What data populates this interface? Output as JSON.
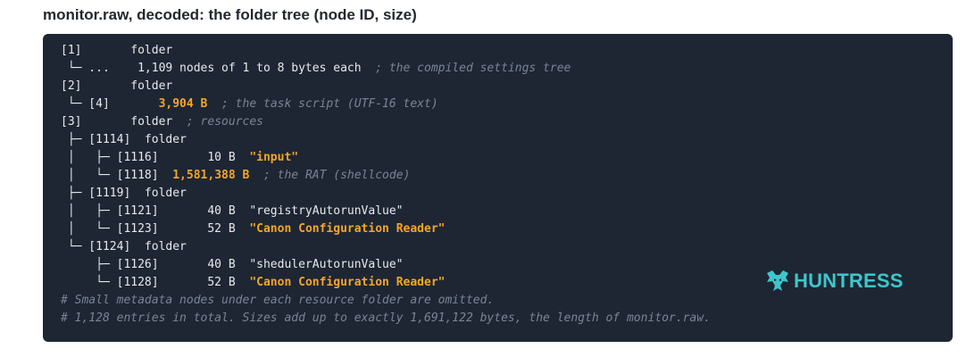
{
  "title": "monitor.raw, decoded: the folder tree (node ID, size)",
  "code_lines": [
    {
      "segments": [
        {
          "t": "[1]       folder",
          "c": ""
        }
      ]
    },
    {
      "segments": [
        {
          "t": " └─ ...    1,109 nodes of 1 to 8 bytes each  ",
          "c": ""
        },
        {
          "t": "; the compiled settings tree",
          "c": "cm"
        }
      ]
    },
    {
      "segments": [
        {
          "t": "[2]       folder",
          "c": ""
        }
      ]
    },
    {
      "segments": [
        {
          "t": " └─ [4]       ",
          "c": ""
        },
        {
          "t": "3,904 B",
          "c": "hl"
        },
        {
          "t": "  ",
          "c": ""
        },
        {
          "t": "; the task script (UTF-16 text)",
          "c": "cm"
        }
      ]
    },
    {
      "segments": [
        {
          "t": "[3]       folder  ",
          "c": ""
        },
        {
          "t": "; resources",
          "c": "cm"
        }
      ]
    },
    {
      "segments": [
        {
          "t": " ├─ [1114]  folder",
          "c": ""
        }
      ]
    },
    {
      "segments": [
        {
          "t": " │   ├─ [1116]       10 B  ",
          "c": ""
        },
        {
          "t": "\"input\"",
          "c": "hl"
        }
      ]
    },
    {
      "segments": [
        {
          "t": " │   └─ [1118]  ",
          "c": ""
        },
        {
          "t": "1,581,388 B",
          "c": "hl"
        },
        {
          "t": "  ",
          "c": ""
        },
        {
          "t": "; the RAT (shellcode)",
          "c": "cm"
        }
      ]
    },
    {
      "segments": [
        {
          "t": " ├─ [1119]  folder",
          "c": ""
        }
      ]
    },
    {
      "segments": [
        {
          "t": " │   ├─ [1121]       40 B  \"registryAutorunValue\"",
          "c": ""
        }
      ]
    },
    {
      "segments": [
        {
          "t": " │   └─ [1123]       52 B  ",
          "c": ""
        },
        {
          "t": "\"Canon Configuration Reader\"",
          "c": "hl"
        }
      ]
    },
    {
      "segments": [
        {
          "t": " └─ [1124]  folder",
          "c": ""
        }
      ]
    },
    {
      "segments": [
        {
          "t": "     ├─ [1126]       40 B  \"shedulerAutorunValue\"",
          "c": ""
        }
      ]
    },
    {
      "segments": [
        {
          "t": "     └─ [1128]       52 B  ",
          "c": ""
        },
        {
          "t": "\"Canon Configuration Reader\"",
          "c": "hl"
        }
      ]
    },
    {
      "segments": [
        {
          "t": "# Small metadata nodes under each resource folder are omitted.",
          "c": "cm"
        }
      ]
    },
    {
      "segments": [
        {
          "t": "# 1,128 entries in total. Sizes add up to exactly 1,691,122 bytes, the length of monitor.raw.",
          "c": "cm"
        }
      ]
    }
  ],
  "logo": {
    "text": "HUNTRESS",
    "icon": "huntress-logo-icon"
  },
  "colors": {
    "panel_bg": "#1e2633",
    "code_text": "#e7e9ed",
    "comment": "#7a8496",
    "highlight": "#f4a52a",
    "logo": "#3ec6cc"
  }
}
